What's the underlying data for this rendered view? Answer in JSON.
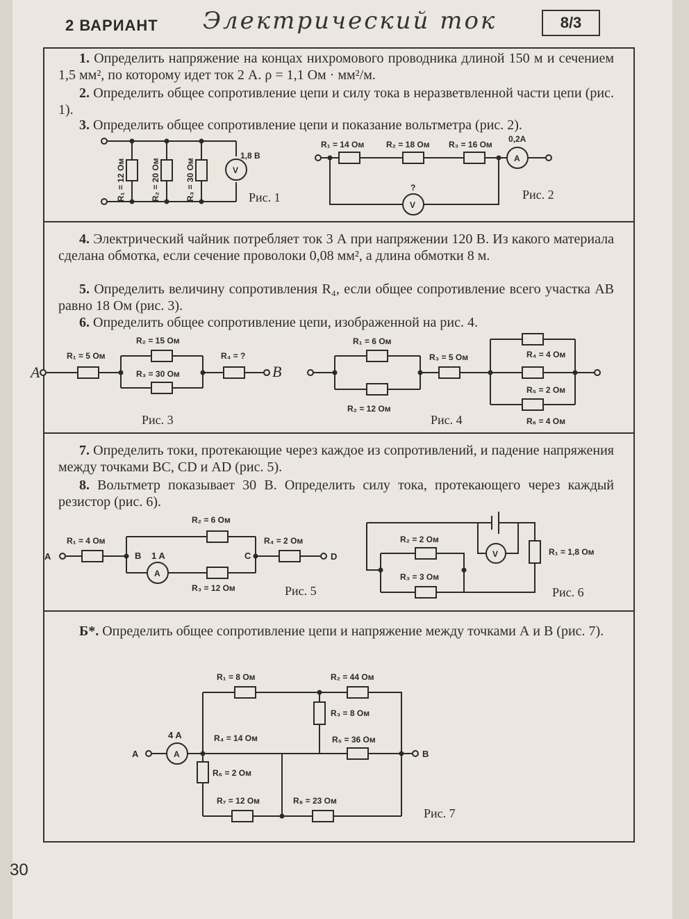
{
  "header": {
    "variant": "2 ВАРИАНТ",
    "title": "Электрический ток",
    "code": "8/3"
  },
  "tasks": [
    {
      "num": "1.",
      "text": "Определить напряжение на концах нихромового проводника длиной 150 м и сечением 1,5 мм², по которому идет ток 2 А. ρ = 1,1 Ом · мм²/м."
    },
    {
      "num": "2.",
      "text": "Определить общее сопротивление цепи и силу тока в неразветвленной части цепи (рис. 1)."
    },
    {
      "num": "3.",
      "text": "Определить общее сопротивление цепи и показание вольтметра (рис. 2)."
    },
    {
      "num": "4.",
      "text": "Электрический чайник потребляет ток 3 А при напряжении 120 В. Из какого материала сделана обмотка, если сечение проволоки 0,08 мм², а длина обмотки 8 м."
    },
    {
      "num": "5.",
      "text": "Определить величину сопротивления R₄, если общее сопротивление всего участка АВ равно 18 Ом (рис. 3)."
    },
    {
      "num": "6.",
      "text": "Определить общее сопротивление цепи, изображенной на рис. 4."
    },
    {
      "num": "7.",
      "text": "Определить токи, протекающие через каждое из сопротивлений, и падение напряжения между точками BC, CD и AD (рис. 5)."
    },
    {
      "num": "8.",
      "text": "Вольтметр показывает 30 В. Определить силу тока, протекающего через каждый резистор (рис. 6)."
    },
    {
      "num": "Б*.",
      "text": "Определить общее сопротивление цепи и напряжение между точками А и В (рис. 7)."
    }
  ],
  "figures": {
    "fig1": {
      "caption": "Рис. 1",
      "r1": "R₁ = 12 Ом",
      "r2": "R₂ = 20 Ом",
      "r3": "R₃ = 30 Ом",
      "voltage": "1,8 В",
      "meter": "V"
    },
    "fig2": {
      "caption": "Рис. 2",
      "r1": "R₁ = 14 Ом",
      "r2": "R₂ = 18 Ом",
      "r3": "R₃ = 16 Ом",
      "current": "0,2A",
      "meter_a": "A",
      "meter_v": "V",
      "unknown": "?"
    },
    "fig3": {
      "caption": "Рис. 3",
      "r1": "R₁ = 5 Ом",
      "r2": "R₂ = 15 Ом",
      "r3": "R₃ = 30 Ом",
      "r4": "R₄ = ?",
      "a": "A",
      "b": "B"
    },
    "fig4": {
      "caption": "Рис. 4",
      "r1": "R₁ = 6 Ом",
      "r2": "R₂ = 12 Ом",
      "r3": "R₃ = 5 Ом",
      "r4": "R₄ = 4 Ом",
      "r5": "R₅ = 2 Ом",
      "r6": "R₆ = 4 Ом"
    },
    "fig5": {
      "caption": "Рис. 5",
      "r1": "R₁ = 4 Ом",
      "r2": "R₂ = 6 Ом",
      "r3": "R₃ = 12 Ом",
      "r4": "R₄ = 2 Ом",
      "current": "1 A",
      "a": "A",
      "b": "B",
      "c": "C",
      "d": "D",
      "meter": "A"
    },
    "fig6": {
      "caption": "Рис. 6",
      "r1": "R₁ = 1,8 Ом",
      "r2": "R₂ = 2 Ом",
      "r3": "R₃ = 3 Ом",
      "meter": "V"
    },
    "fig7": {
      "caption": "Рис. 7",
      "r1": "R₁ = 8 Ом",
      "r2": "R₂ = 44 Ом",
      "r3": "R₃ = 8 Ом",
      "r4": "R₄ = 14 Ом",
      "r5": "R₅ = 36 Ом",
      "r6": "R₆ = 2 Ом",
      "r7": "R₇ = 12 Ом",
      "r8": "R₈ = 23 Ом",
      "current": "4 A",
      "a": "A",
      "b": "B",
      "meter": "A"
    }
  },
  "page_number": "30"
}
